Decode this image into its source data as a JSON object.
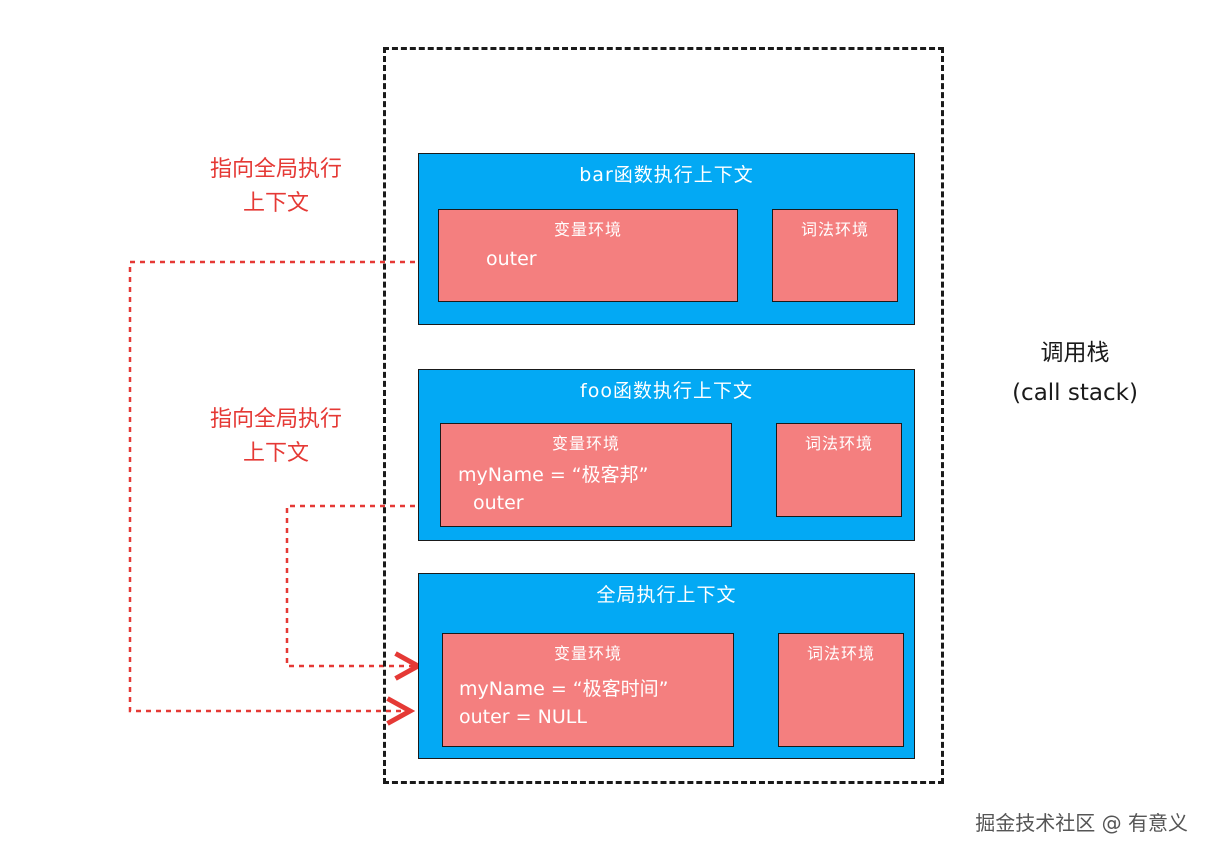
{
  "stack_label": [
    "调用栈",
    "(call stack)"
  ],
  "pointer_labels": [
    [
      "指向全局执行",
      "上下文"
    ],
    [
      "指向全局执行",
      "上下文"
    ]
  ],
  "contexts": {
    "bar": {
      "title": "bar函数执行上下文",
      "variable_env": {
        "title": "变量环境",
        "lines": [
          "outer"
        ]
      },
      "lexical_env": {
        "title": "词法环境"
      }
    },
    "foo": {
      "title": "foo函数执行上下文",
      "variable_env": {
        "title": "变量环境",
        "lines": [
          "myName = “极客邦”",
          "outer"
        ]
      },
      "lexical_env": {
        "title": "词法环境"
      }
    },
    "global": {
      "title": "全局执行上下文",
      "variable_env": {
        "title": "变量环境",
        "lines": [
          "myName = “极客时间”",
          "outer = NULL"
        ]
      },
      "lexical_env": {
        "title": "词法环境"
      }
    }
  },
  "watermark": "掘金技术社区 @ 有意义",
  "colors": {
    "context_bg": "#03A9F4",
    "env_bg": "#F47F7F",
    "pointer": "#E53935"
  }
}
